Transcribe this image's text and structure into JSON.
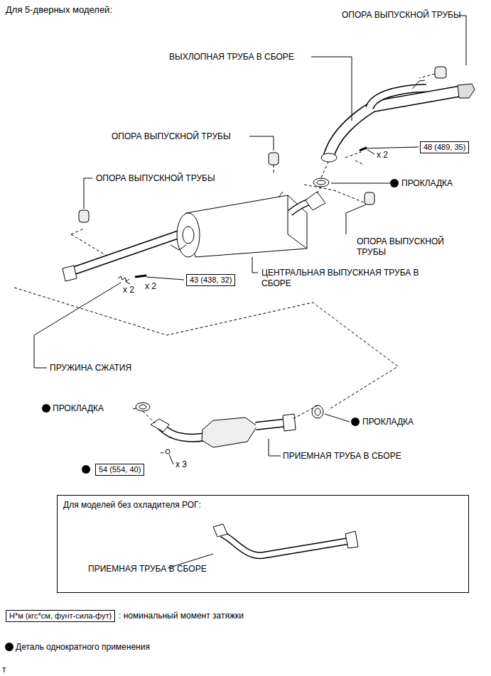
{
  "diagram": {
    "title": "Для 5-дверных моделей:",
    "nodes": [
      {
        "text": [
          "48 (489, 35)"
        ]
      },
      {
        "text": [
          "43 (438, 32)"
        ]
      },
      {
        "text": [
          "54 (554, 40)"
        ]
      },
      {
        "text": [
          "Для моделей без охладителя РОГ:",
          "ПРИЕМНАЯ ТРУБА В СБОРЕ"
        ]
      },
      {
        "text": [
          "Н*м (кгс*см, фунт-сила-фут)"
        ]
      }
    ],
    "labels": [
      "ОПОРА ВЫПУСКНОЙ ТРУБЫ",
      "ВЫХЛОПНАЯ ТРУБА В СБОРЕ",
      "ОПОРА ВЫПУСКНОЙ ТРУБЫ",
      "x 2",
      "ОПОРА ВЫПУСКНОЙ ТРУБЫ",
      "ПРОКЛАДКА",
      "ОПОРА ВЫПУСКНОЙ ТРУБЫ",
      "ЦЕНТРАЛЬНАЯ ВЫПУСКНАЯ ТРУБА В СБОРЕ",
      "x 2",
      "x 2",
      "ПРУЖИНА СЖАТИЯ",
      "ПРОКЛАДКА",
      "ПРОКЛАДКА",
      "ПРИЕМНАЯ ТРУБА В СБОРЕ",
      "x 3",
      "т"
    ],
    "legend": [
      {
        "text": ": номинальный момент затяжки"
      },
      {
        "text": "Деталь однократного применения"
      }
    ]
  }
}
